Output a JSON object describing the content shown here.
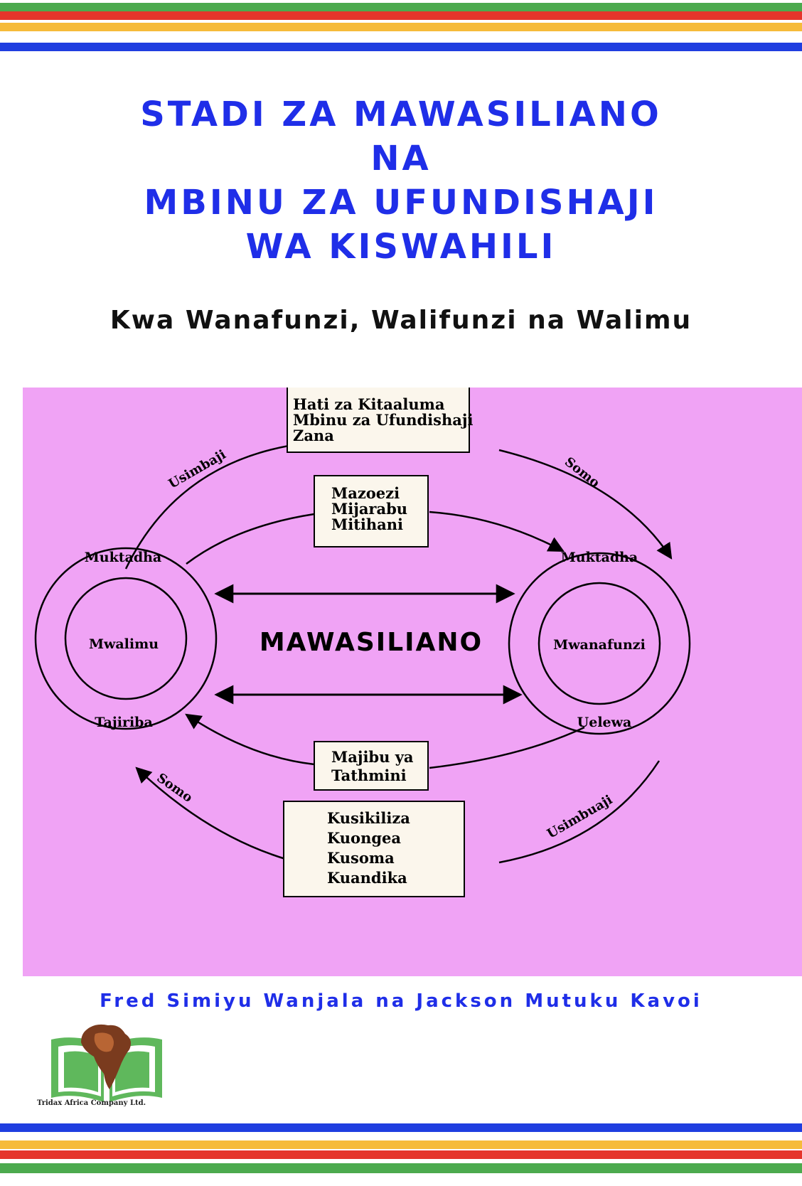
{
  "title_lines": [
    "STADI ZA MAWASILIANO",
    "NA",
    "MBINU ZA UFUNDISHAJI",
    "WA KISWAHILI"
  ],
  "subtitle": "Kwa Wanafunzi, Walifunzi na Walimu",
  "diagram": {
    "top_box": [
      "Hati za Kitaaluma",
      "Mbinu za Ufundishaji",
      "Zana"
    ],
    "middle_top_box": [
      "Mazoezi",
      "Mijarabu",
      "Mitihani"
    ],
    "middle_bottom_box": [
      "Majibu ya",
      "Tathmini"
    ],
    "bottom_box": [
      "Kusikiliza",
      "Kuongea",
      "Kusoma",
      "Kuandika"
    ],
    "center_label": "MAWASILIANO",
    "left_outer_top": "Muktadha",
    "left_inner": "Mwalimu",
    "left_outer_bottom": "Tajiriba",
    "right_outer_top": "Muktadha",
    "right_inner": "Mwanafunzi",
    "right_outer_bottom": "Uelewa",
    "arc_top_left": "Usimbaji",
    "arc_top_right": "Somo",
    "arc_bottom_left": "Somo",
    "arc_bottom_right": "Usimbuaji"
  },
  "authors": "Fred Simiyu Wanjala na Jackson Mutuku Kavoi",
  "publisher": "Tridax Africa Company Ltd.",
  "colors": {
    "title_blue": "#1f2ee8",
    "diagram_bg": "#f0a3f5",
    "stripe_green": "#4caa4e",
    "stripe_red": "#e5352b",
    "stripe_yellow": "#f6bb3a",
    "stripe_blue": "#1f3ee0"
  }
}
